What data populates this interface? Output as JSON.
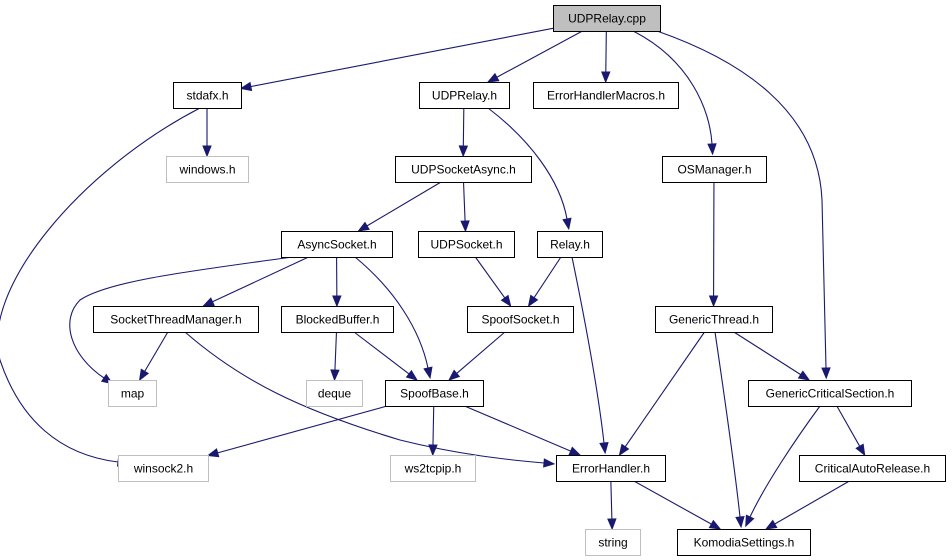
{
  "colors": {
    "root_fill": "#bfbfbf",
    "node_fill": "#ffffff",
    "node_border": "#000000",
    "external_border": "#bfbfbf",
    "edge": "#191970"
  },
  "nodes": [
    {
      "id": "udprelay_cpp",
      "label": "UDPRelay.cpp",
      "kind": "root"
    },
    {
      "id": "stdafx_h",
      "label": "stdafx.h",
      "kind": "local"
    },
    {
      "id": "udprelay_h",
      "label": "UDPRelay.h",
      "kind": "local"
    },
    {
      "id": "errorhandlermacros_h",
      "label": "ErrorHandlerMacros.h",
      "kind": "local"
    },
    {
      "id": "osmanager_h",
      "label": "OSManager.h",
      "kind": "local"
    },
    {
      "id": "windows_h",
      "label": "windows.h",
      "kind": "external"
    },
    {
      "id": "udpsocketasync_h",
      "label": "UDPSocketAsync.h",
      "kind": "local"
    },
    {
      "id": "asyncsocket_h",
      "label": "AsyncSocket.h",
      "kind": "local"
    },
    {
      "id": "udpsocket_h",
      "label": "UDPSocket.h",
      "kind": "local"
    },
    {
      "id": "relay_h",
      "label": "Relay.h",
      "kind": "local"
    },
    {
      "id": "socketthreadmanager_h",
      "label": "SocketThreadManager.h",
      "kind": "local"
    },
    {
      "id": "blockedbuffer_h",
      "label": "BlockedBuffer.h",
      "kind": "local"
    },
    {
      "id": "spoofsocket_h",
      "label": "SpoofSocket.h",
      "kind": "local"
    },
    {
      "id": "genericthread_h",
      "label": "GenericThread.h",
      "kind": "local"
    },
    {
      "id": "map",
      "label": "map",
      "kind": "external"
    },
    {
      "id": "deque",
      "label": "deque",
      "kind": "external"
    },
    {
      "id": "spoofbase_h",
      "label": "SpoofBase.h",
      "kind": "local"
    },
    {
      "id": "genericcriticalsection_h",
      "label": "GenericCriticalSection.h",
      "kind": "local"
    },
    {
      "id": "winsock2_h",
      "label": "winsock2.h",
      "kind": "external"
    },
    {
      "id": "ws2tcpip_h",
      "label": "ws2tcpip.h",
      "kind": "external"
    },
    {
      "id": "errorhandler_h",
      "label": "ErrorHandler.h",
      "kind": "local"
    },
    {
      "id": "criticalautorelease_h",
      "label": "CriticalAutoRelease.h",
      "kind": "local"
    },
    {
      "id": "string",
      "label": "string",
      "kind": "external"
    },
    {
      "id": "komodiasettings_h",
      "label": "KomodiaSettings.h",
      "kind": "local"
    }
  ],
  "edges": [
    {
      "from": "udprelay_cpp",
      "to": "stdafx_h"
    },
    {
      "from": "udprelay_cpp",
      "to": "udprelay_h"
    },
    {
      "from": "udprelay_cpp",
      "to": "errorhandlermacros_h"
    },
    {
      "from": "udprelay_cpp",
      "to": "osmanager_h"
    },
    {
      "from": "udprelay_cpp",
      "to": "genericcriticalsection_h"
    },
    {
      "from": "stdafx_h",
      "to": "windows_h"
    },
    {
      "from": "stdafx_h",
      "to": "winsock2_h"
    },
    {
      "from": "udprelay_h",
      "to": "udpsocketasync_h"
    },
    {
      "from": "udprelay_h",
      "to": "relay_h"
    },
    {
      "from": "udpsocketasync_h",
      "to": "asyncsocket_h"
    },
    {
      "from": "udpsocketasync_h",
      "to": "udpsocket_h"
    },
    {
      "from": "asyncsocket_h",
      "to": "socketthreadmanager_h"
    },
    {
      "from": "asyncsocket_h",
      "to": "blockedbuffer_h"
    },
    {
      "from": "asyncsocket_h",
      "to": "spoofbase_h"
    },
    {
      "from": "asyncsocket_h",
      "to": "map"
    },
    {
      "from": "udpsocket_h",
      "to": "spoofsocket_h"
    },
    {
      "from": "relay_h",
      "to": "spoofsocket_h"
    },
    {
      "from": "relay_h",
      "to": "errorhandler_h"
    },
    {
      "from": "socketthreadmanager_h",
      "to": "map"
    },
    {
      "from": "socketthreadmanager_h",
      "to": "errorhandler_h"
    },
    {
      "from": "blockedbuffer_h",
      "to": "deque"
    },
    {
      "from": "blockedbuffer_h",
      "to": "spoofbase_h"
    },
    {
      "from": "spoofsocket_h",
      "to": "spoofbase_h"
    },
    {
      "from": "spoofbase_h",
      "to": "winsock2_h"
    },
    {
      "from": "spoofbase_h",
      "to": "ws2tcpip_h"
    },
    {
      "from": "spoofbase_h",
      "to": "errorhandler_h"
    },
    {
      "from": "osmanager_h",
      "to": "genericthread_h"
    },
    {
      "from": "genericthread_h",
      "to": "errorhandler_h"
    },
    {
      "from": "genericthread_h",
      "to": "genericcriticalsection_h"
    },
    {
      "from": "genericthread_h",
      "to": "komodiasettings_h"
    },
    {
      "from": "genericcriticalsection_h",
      "to": "criticalautorelease_h"
    },
    {
      "from": "genericcriticalsection_h",
      "to": "komodiasettings_h"
    },
    {
      "from": "criticalautorelease_h",
      "to": "komodiasettings_h"
    },
    {
      "from": "errorhandler_h",
      "to": "string"
    },
    {
      "from": "errorhandler_h",
      "to": "komodiasettings_h"
    }
  ]
}
